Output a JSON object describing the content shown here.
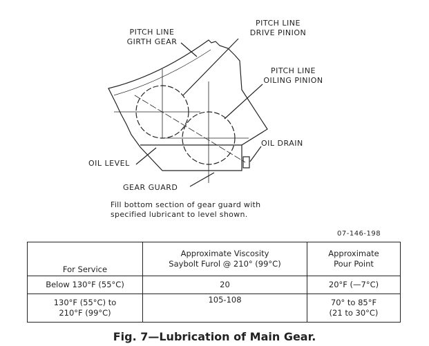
{
  "labels": {
    "girth_gear": [
      "PITCH LINE",
      "GIRTH GEAR"
    ],
    "drive_pinion": [
      "PITCH LINE",
      "DRIVE PINION"
    ],
    "oiling_pinion": [
      "PITCH LINE",
      "OILING PINION"
    ],
    "oil_level": "OIL LEVEL",
    "oil_drain": "OIL DRAIN",
    "gear_guard": "GEAR GUARD"
  },
  "note": [
    "Fill bottom section of gear guard with",
    "specified lubricant to level shown."
  ],
  "figure_code": "07-146-198",
  "table": {
    "headers": [
      [
        "",
        "For Service"
      ],
      [
        "Approximate Viscosity",
        "Saybolt Furol @ 210° (99°C)"
      ],
      [
        "Approximate",
        "Pour Point"
      ]
    ],
    "rows": [
      [
        [
          "Below 130°F (55°C)"
        ],
        [
          "20"
        ],
        [
          "20°F (—7°C)"
        ]
      ],
      [
        [
          "130°F (55°C) to",
          "210°F (99°C)"
        ],
        [
          "105-108"
        ],
        [
          "70° to 85°F",
          "(21 to 30°C)"
        ]
      ]
    ]
  },
  "caption": "Fig. 7—Lubrication of Main Gear."
}
